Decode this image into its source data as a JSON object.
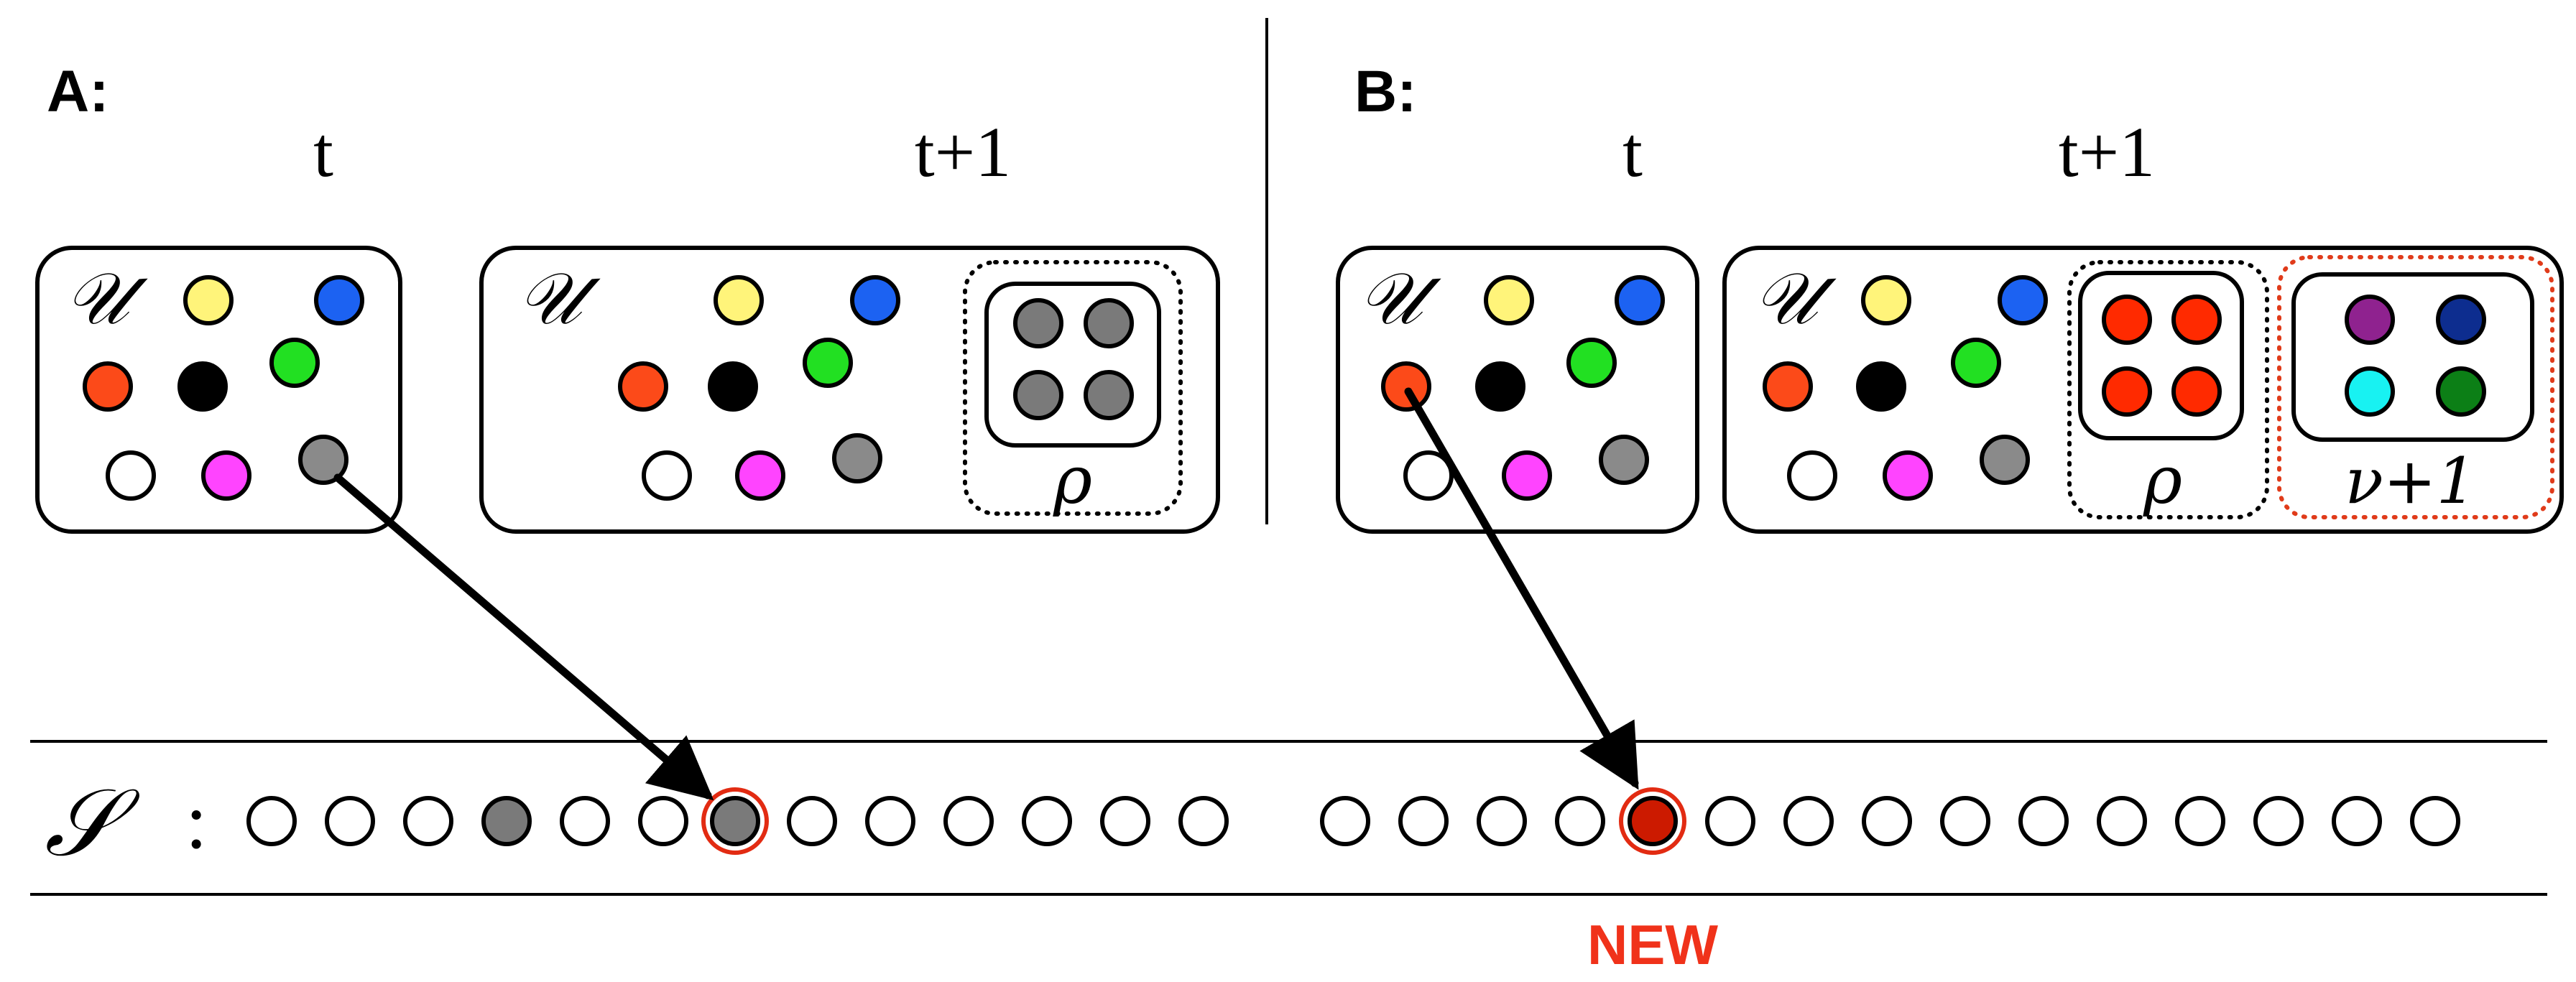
{
  "colors": {
    "yellow": "#fff47a",
    "blue": "#1c62f2",
    "orange": "#fc4a19",
    "black": "#000000",
    "green": "#22e022",
    "white": "#ffffff",
    "magenta": "#ff44ff",
    "gray": "#8a8a8a",
    "dark_gray": "#7a7a7a",
    "red": "#ff2a00",
    "purple": "#8f228f",
    "navy": "#0d2d8f",
    "cyan": "#18f2f2",
    "dark_green": "#0c7f16",
    "new_red": "#e22b12",
    "new_fill": "#cc1a00"
  },
  "panel_a": {
    "label": "A:",
    "t_label": "t",
    "t1_label": "t+1",
    "urn_symbol": "𝒰",
    "rho_label": "ρ"
  },
  "panel_b": {
    "label": "B:",
    "t_label": "t",
    "t1_label": "t+1",
    "urn_symbol": "𝒰",
    "rho_label": "ρ",
    "nu_label": "ν+1"
  },
  "sequence": {
    "symbol": "𝒮",
    "colon": ":"
  },
  "new_label": "NEW"
}
